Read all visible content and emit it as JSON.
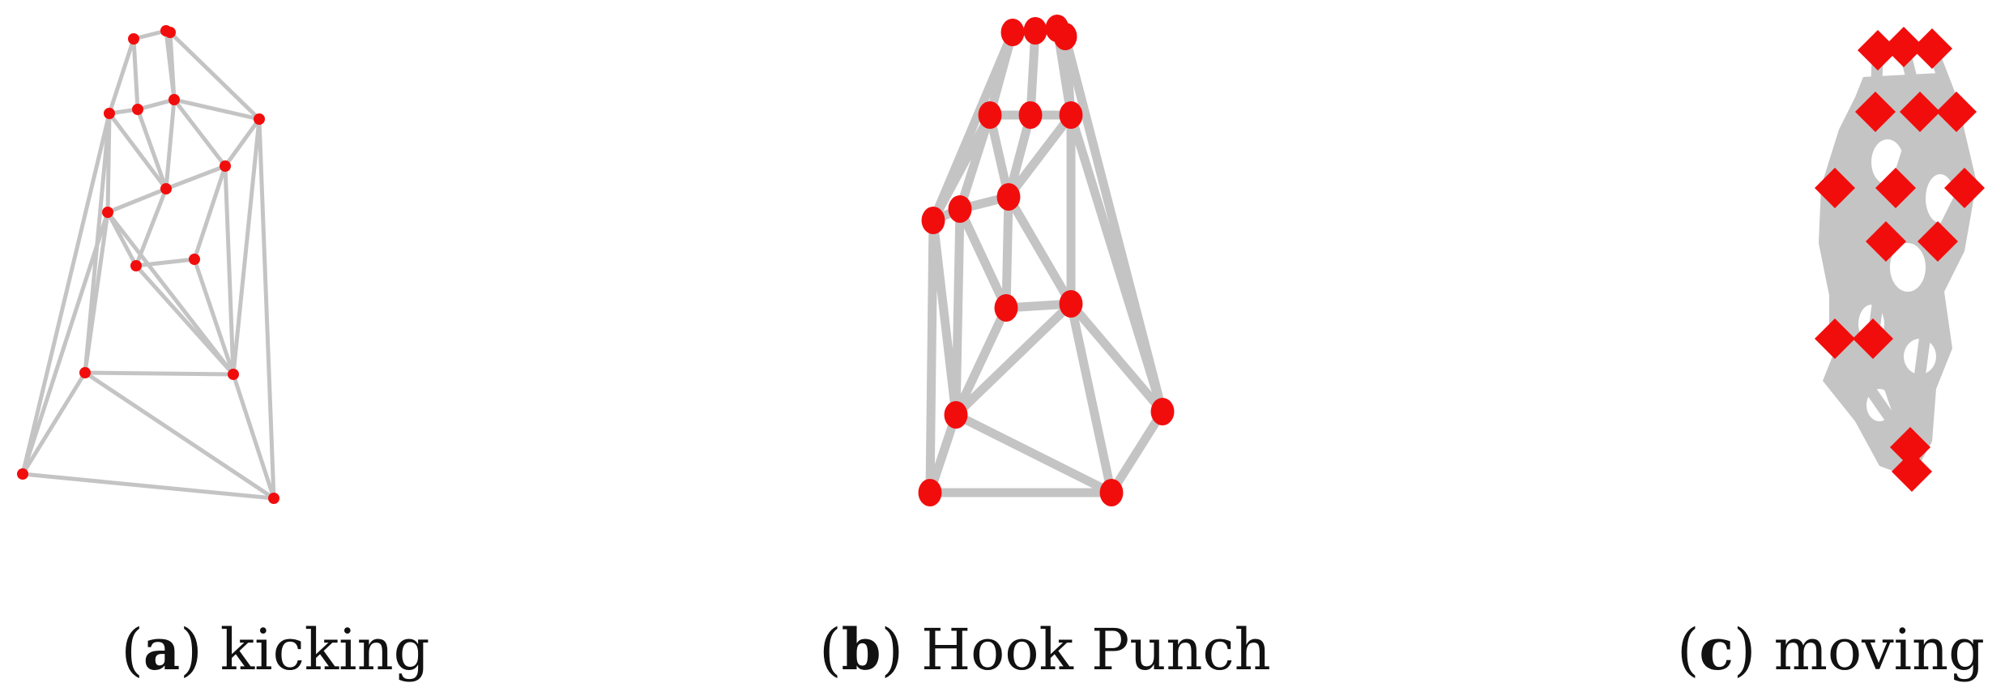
{
  "colors": {
    "edge": "#c4c4c4",
    "node": "#f20d0d",
    "text": "#111111",
    "background": "#ffffff"
  },
  "panels": [
    {
      "id": "a",
      "letter": "a",
      "label": "kicking",
      "edge_style": "thin",
      "node_style": "dot"
    },
    {
      "id": "b",
      "letter": "b",
      "label": "Hook Punch",
      "edge_style": "thick",
      "node_style": "blob"
    },
    {
      "id": "c",
      "letter": "c",
      "label": "moving",
      "edge_style": "filled",
      "node_style": "diamond"
    }
  ]
}
